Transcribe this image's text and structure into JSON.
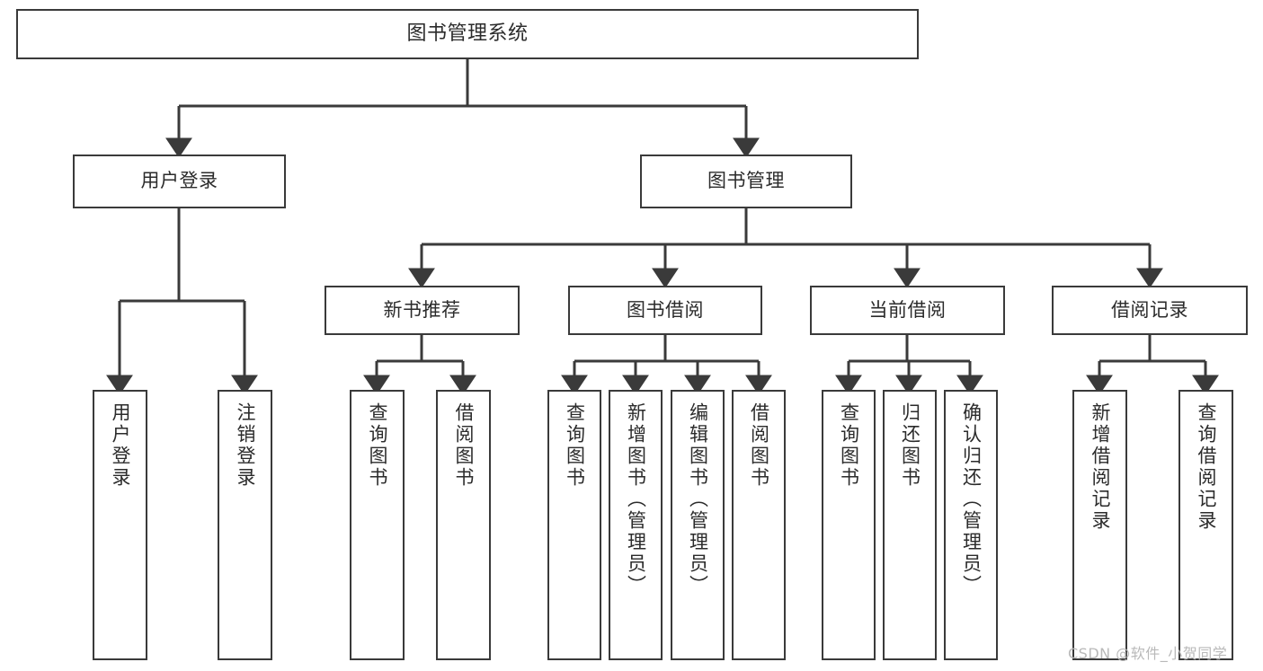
{
  "diagram": {
    "title": "图书管理系统",
    "type": "tree-hierarchy-chart",
    "watermark": "CSDN @软件_小贺同学",
    "colors": {
      "background": "#ffffff",
      "box_border": "#3a3a3a",
      "connector": "#3a3a3a",
      "text": "#2b2b2b",
      "watermark": "#b9b9b9"
    },
    "root": {
      "label": "图书管理系统"
    },
    "level1": [
      {
        "label": "用户登录"
      },
      {
        "label": "图书管理"
      }
    ],
    "level2": [
      {
        "label": "新书推荐"
      },
      {
        "label": "图书借阅"
      },
      {
        "label": "当前借阅"
      },
      {
        "label": "借阅记录"
      }
    ],
    "leaves": {
      "user_login": [
        {
          "label": "用户登录"
        },
        {
          "label": "注销登录"
        }
      ],
      "new_book_recommend": [
        {
          "label": "查询图书"
        },
        {
          "label": "借阅图书"
        }
      ],
      "book_borrow": [
        {
          "label": "查询图书"
        },
        {
          "label": "新增图书（管理员）"
        },
        {
          "label": "编辑图书（管理员）"
        },
        {
          "label": "借阅图书"
        }
      ],
      "current_borrow": [
        {
          "label": "查询图书"
        },
        {
          "label": "归还图书"
        },
        {
          "label": "确认归还（管理员）"
        }
      ],
      "borrow_record": [
        {
          "label": "新增借阅记录"
        },
        {
          "label": "查询借阅记录"
        }
      ]
    }
  }
}
